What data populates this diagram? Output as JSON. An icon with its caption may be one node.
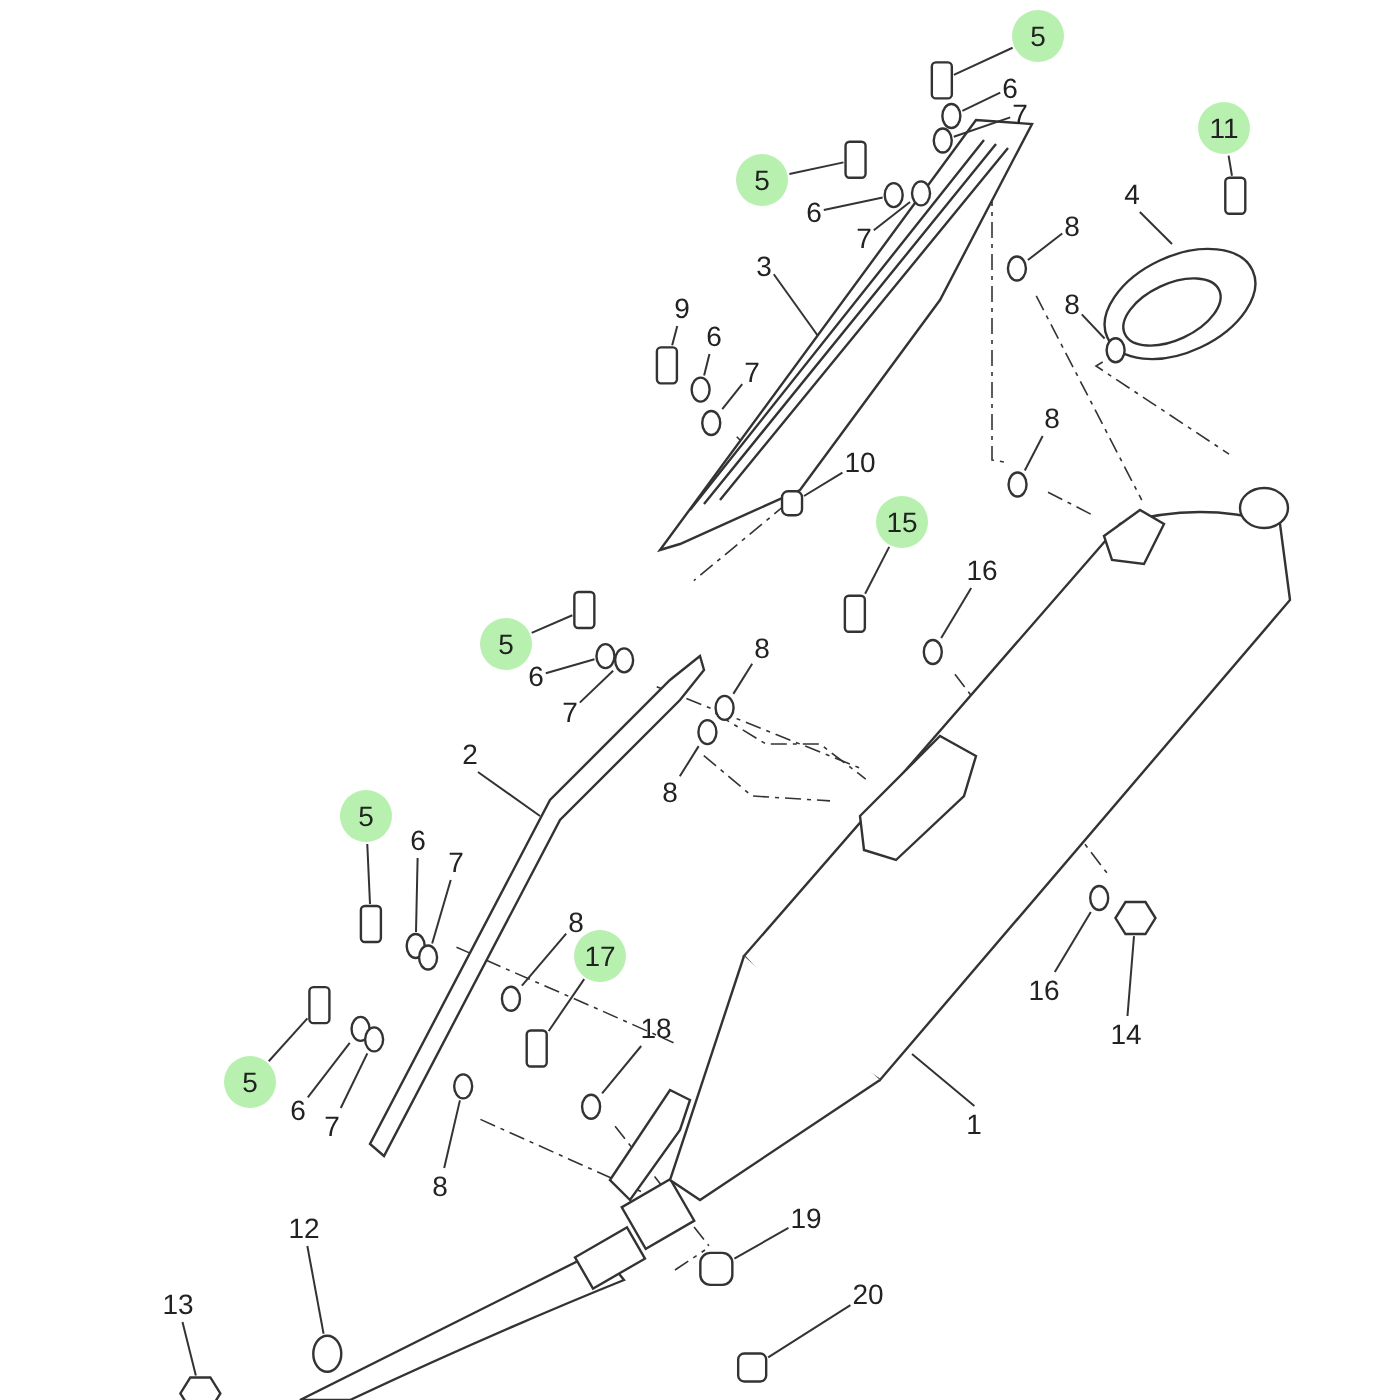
{
  "diagram": {
    "nodes": [
      {
        "text": [
          "5"
        ]
      },
      {
        "text": [
          "6"
        ]
      },
      {
        "text": [
          "7"
        ]
      },
      {
        "text": [
          "11"
        ]
      },
      {
        "text": [
          "5"
        ]
      },
      {
        "text": [
          "4"
        ]
      },
      {
        "text": [
          "6"
        ]
      },
      {
        "text": [
          "3"
        ]
      },
      {
        "text": [
          "7"
        ]
      },
      {
        "text": [
          "8"
        ]
      },
      {
        "text": [
          "9"
        ]
      },
      {
        "text": [
          "6"
        ]
      },
      {
        "text": [
          "8"
        ]
      },
      {
        "text": [
          "7"
        ]
      },
      {
        "text": [
          "8"
        ]
      },
      {
        "text": [
          "10"
        ]
      },
      {
        "text": [
          "15"
        ]
      },
      {
        "text": [
          "16"
        ]
      },
      {
        "text": [
          "5"
        ]
      },
      {
        "text": [
          "8"
        ]
      },
      {
        "text": [
          "6"
        ]
      },
      {
        "text": [
          "7"
        ]
      },
      {
        "text": [
          "8"
        ]
      },
      {
        "text": [
          "2"
        ]
      },
      {
        "text": [
          "5"
        ]
      },
      {
        "text": [
          "6"
        ]
      },
      {
        "text": [
          "7"
        ]
      },
      {
        "text": [
          "8"
        ]
      },
      {
        "text": [
          "17"
        ]
      },
      {
        "text": [
          "16"
        ]
      },
      {
        "text": [
          "18"
        ]
      },
      {
        "text": [
          "14"
        ]
      },
      {
        "text": [
          "5"
        ]
      },
      {
        "text": [
          "6"
        ]
      },
      {
        "text": [
          "7"
        ]
      },
      {
        "text": [
          "1"
        ]
      },
      {
        "text": [
          "8"
        ]
      },
      {
        "text": [
          "12"
        ]
      },
      {
        "text": [
          "19"
        ]
      },
      {
        "text": [
          "20"
        ]
      },
      {
        "text": [
          "13"
        ]
      },
      {
        "text": [],
        "shape": "box"
      },
      {
        "text": [],
        "shape": "circle"
      },
      {
        "text": [],
        "shape": "circle"
      },
      {
        "text": [],
        "shape": "box"
      },
      {
        "text": [],
        "shape": "box"
      },
      {
        "text": [],
        "shape": "picture"
      },
      {
        "text": [],
        "shape": "circle"
      },
      {
        "text": [],
        "shape": "picture"
      },
      {
        "text": [],
        "shape": "circle"
      },
      {
        "text": [],
        "shape": "circle"
      },
      {
        "text": [],
        "shape": "box"
      },
      {
        "text": [],
        "shape": "circle"
      },
      {
        "text": [],
        "shape": "circle"
      },
      {
        "text": [],
        "shape": "circle"
      },
      {
        "text": [],
        "shape": "circle"
      },
      {
        "text": [],
        "shape": "box"
      },
      {
        "text": [],
        "shape": "box"
      },
      {
        "text": [],
        "shape": "circle"
      },
      {
        "text": [],
        "shape": "box"
      },
      {
        "text": [],
        "shape": "circle"
      },
      {
        "text": [],
        "shape": "circle"
      },
      {
        "text": [],
        "shape": "circle"
      },
      {
        "text": [],
        "shape": "circle"
      },
      {
        "text": [],
        "shape": "picture"
      },
      {
        "text": [],
        "shape": "box"
      },
      {
        "text": [],
        "shape": "circle"
      },
      {
        "text": [],
        "shape": "circle"
      },
      {
        "text": [],
        "shape": "circle"
      },
      {
        "text": [],
        "shape": "box"
      },
      {
        "text": [],
        "shape": "circle"
      },
      {
        "text": [],
        "shape": "circle"
      },
      {
        "text": [],
        "shape": "hexagon"
      },
      {
        "text": [],
        "shape": "box"
      },
      {
        "text": [],
        "shape": "circle"
      },
      {
        "text": [],
        "shape": "circle"
      },
      {
        "text": [],
        "shape": "picture"
      },
      {
        "text": [],
        "shape": "circle"
      },
      {
        "text": [],
        "shape": "circle"
      },
      {
        "text": [],
        "shape": "box"
      },
      {
        "text": [],
        "shape": "box"
      },
      {
        "text": [],
        "shape": "hexagon"
      }
    ],
    "edges": [
      {
        "from": 0,
        "to": 41,
        "arrow": "none"
      },
      {
        "from": 1,
        "to": 42,
        "arrow": "none"
      },
      {
        "from": 2,
        "to": 43,
        "arrow": "none"
      },
      {
        "from": 3,
        "to": 44,
        "arrow": "none"
      },
      {
        "from": 4,
        "to": 45,
        "arrow": "none"
      },
      {
        "from": 5,
        "to": 46,
        "arrow": "none"
      },
      {
        "from": 6,
        "to": 47,
        "arrow": "none"
      },
      {
        "from": 7,
        "to": 48,
        "arrow": "none"
      },
      {
        "from": 8,
        "to": 49,
        "arrow": "none"
      },
      {
        "from": 9,
        "to": 50,
        "arrow": "none"
      },
      {
        "from": 10,
        "to": 51,
        "arrow": "none"
      },
      {
        "from": 11,
        "to": 52,
        "arrow": "none"
      },
      {
        "from": 12,
        "to": 53,
        "arrow": "none"
      },
      {
        "from": 13,
        "to": 54,
        "arrow": "none"
      },
      {
        "from": 14,
        "to": 55,
        "arrow": "none"
      },
      {
        "from": 15,
        "to": 56,
        "arrow": "none"
      },
      {
        "from": 16,
        "to": 57,
        "arrow": "none"
      },
      {
        "from": 17,
        "to": 58,
        "arrow": "none"
      },
      {
        "from": 18,
        "to": 59,
        "arrow": "none"
      },
      {
        "from": 19,
        "to": 60,
        "arrow": "none"
      },
      {
        "from": 20,
        "to": 61,
        "arrow": "none"
      },
      {
        "from": 21,
        "to": 62,
        "arrow": "none"
      },
      {
        "from": 22,
        "to": 63,
        "arrow": "none"
      },
      {
        "from": 23,
        "to": 64,
        "arrow": "none"
      },
      {
        "from": 24,
        "to": 65,
        "arrow": "none"
      },
      {
        "from": 25,
        "to": 66,
        "arrow": "none"
      },
      {
        "from": 26,
        "to": 67,
        "arrow": "none"
      },
      {
        "from": 27,
        "to": 68,
        "arrow": "none"
      },
      {
        "from": 28,
        "to": 69,
        "arrow": "none"
      },
      {
        "from": 29,
        "to": 70,
        "arrow": "none"
      },
      {
        "from": 30,
        "to": 71,
        "arrow": "none"
      },
      {
        "from": 31,
        "to": 72,
        "arrow": "none"
      },
      {
        "from": 32,
        "to": 73,
        "arrow": "none"
      },
      {
        "from": 33,
        "to": 74,
        "arrow": "none"
      },
      {
        "from": 34,
        "to": 75,
        "arrow": "none"
      },
      {
        "from": 35,
        "to": 76,
        "arrow": "none"
      },
      {
        "from": 36,
        "to": 77,
        "arrow": "none"
      },
      {
        "from": 37,
        "to": 78,
        "arrow": "none"
      },
      {
        "from": 38,
        "to": 79,
        "arrow": "none"
      },
      {
        "from": 39,
        "to": 80,
        "arrow": "none"
      },
      {
        "from": 40,
        "to": 81,
        "arrow": "none"
      }
    ]
  }
}
